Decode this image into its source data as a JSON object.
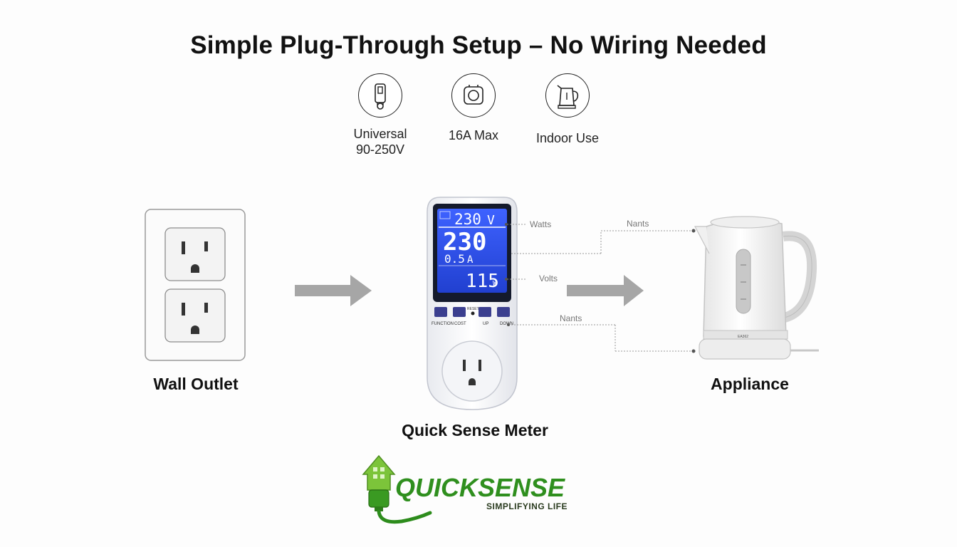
{
  "title": "Simple Plug-Through Setup – No Wiring Needed",
  "features": [
    {
      "icon": "plug-icon",
      "label_line1": "Universal",
      "label_line2": "90-250V"
    },
    {
      "icon": "socket-icon",
      "label_line1": "16A Max",
      "label_line2": ""
    },
    {
      "icon": "kettle-icon",
      "label_line1": "Indoor Use",
      "label_line2": ""
    }
  ],
  "wall_outlet_label": "Wall Outlet",
  "meter_label": "Quick Sense Meter",
  "appliance_label": "Appliance",
  "meter_display": {
    "top_small": "230",
    "top_unit": "V",
    "main": "230",
    "current": "0.5",
    "current_unit": "A",
    "power": "115",
    "power_unit": "W",
    "reset": "RESET"
  },
  "meter_buttons": {
    "function": "FUNCTION",
    "cost": "COST",
    "up": "UP",
    "down": "DOWN"
  },
  "callouts": {
    "watts": "Watts",
    "volts": "Volts",
    "nants_top": "Nants",
    "nants_mid": "Nants"
  },
  "kettle_badge": "EA362",
  "brand": {
    "name": "QUICKSENSE",
    "tagline": "SIMPLIFYING LIFE"
  },
  "colors": {
    "lcd_blue": "#2f4fe0",
    "button_navy": "#3b3f8f",
    "brand_green": "#2f8f1e",
    "arrow_gray": "#a6a6a6"
  }
}
